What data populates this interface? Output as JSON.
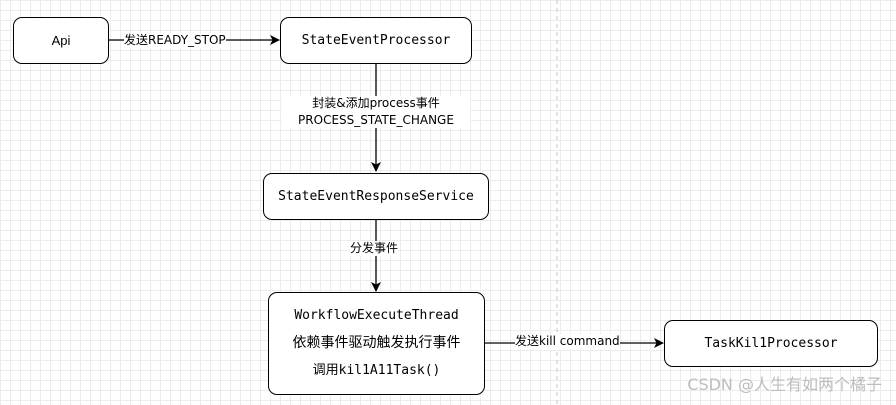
{
  "nodes": {
    "api": "Api",
    "state_event_processor": "StateEventProcessor",
    "state_event_response_service": "StateEventResponseService",
    "workflow_execute_thread": {
      "line1": "WorkflowExecuteThread",
      "line2": "依赖事件驱动触发执行事件",
      "line3": "调用kil1A11Task()"
    },
    "task_kill_processor": "TaskKil1Processor"
  },
  "edges": {
    "api_to_processor": "发送READY_STOP",
    "processor_to_service": {
      "line1": "封装&添加process事件",
      "line2": "PROCESS_STATE_CHANGE"
    },
    "service_to_thread": "分发事件",
    "thread_to_kill": "发送kill command"
  },
  "watermark": "CSDN @人生有如两个橘子"
}
